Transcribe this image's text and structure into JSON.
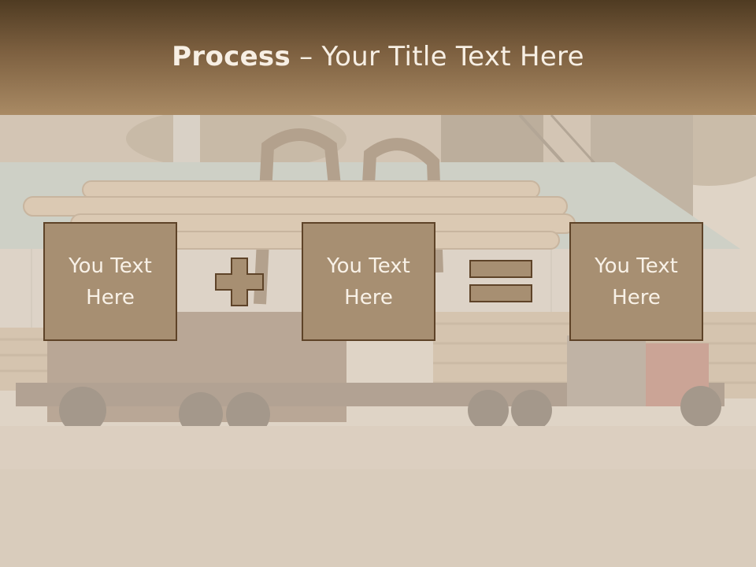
{
  "title": {
    "bold": "Process",
    "rest": " – Your Title Text Here"
  },
  "steps": [
    {
      "text": "You Text\nHere"
    },
    {
      "text": "You Text\nHere"
    },
    {
      "text": "You Text\nHere"
    }
  ],
  "operators": [
    "plus",
    "equals"
  ],
  "colors": {
    "header_dark": "#4f3b22",
    "header_light": "#a98a64",
    "box_fill": "#a78f72",
    "box_border": "#5e4328",
    "text_light": "#f8f1e7"
  }
}
